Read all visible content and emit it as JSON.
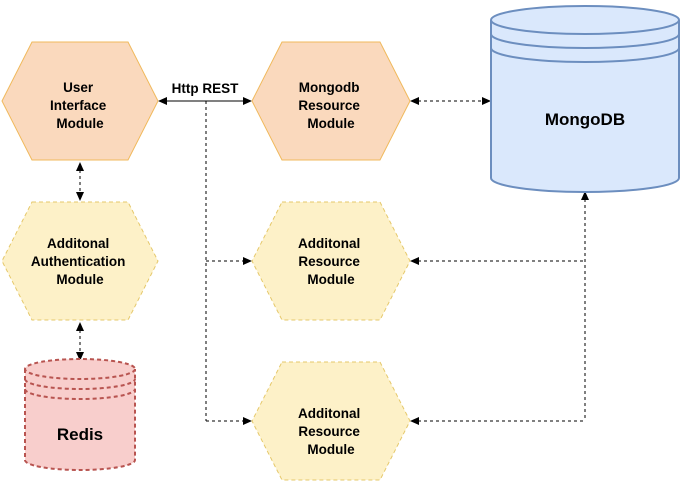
{
  "nodes": {
    "ui_module": {
      "lines": [
        "User",
        "Interface",
        "Module"
      ]
    },
    "mongo_resource_module": {
      "lines": [
        "Mongodb",
        "Resource",
        "Module"
      ]
    },
    "auth_module": {
      "lines": [
        "Additonal",
        "Authentication",
        "Module"
      ]
    },
    "resource_module_1": {
      "lines": [
        "Additonal",
        "Resource",
        "Module"
      ]
    },
    "resource_module_2": {
      "lines": [
        "Additonal",
        "Resource",
        "Module"
      ]
    },
    "mongodb": {
      "label": "MongoDB"
    },
    "redis": {
      "label": "Redis"
    }
  },
  "edges": {
    "http_rest_label": "Http REST"
  },
  "colors": {
    "solid_hex_fill": "#FAD9BD",
    "solid_hex_stroke": "#F0B95C",
    "dashed_hex_fill": "#FDF1C8",
    "dashed_hex_stroke": "#E5C86A",
    "mongodb_fill": "#DAE8FC",
    "mongodb_stroke": "#6C8EBF",
    "redis_fill": "#F8CECC",
    "redis_stroke": "#B85450"
  }
}
